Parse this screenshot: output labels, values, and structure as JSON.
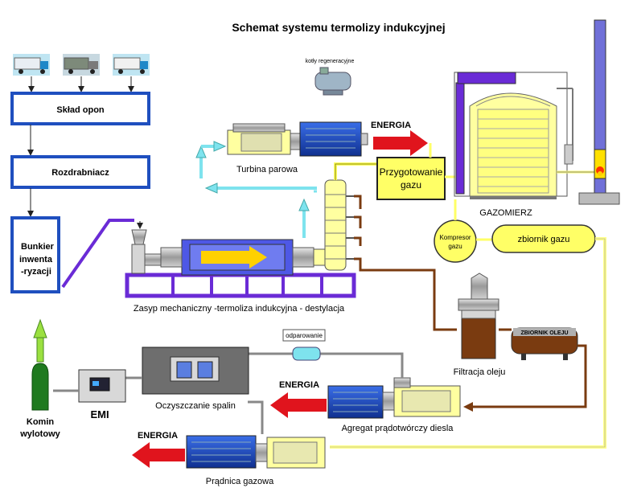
{
  "title": "Schemat systemu termolizy indukcyjnej",
  "labels": {
    "sklad_opon": "Skład opon",
    "rozdrabniacz": "Rozdrabniacz",
    "bunkier": [
      "Bunkier",
      "inwenta",
      "-ryzacji"
    ],
    "kotly": "kotły regeneracyjne",
    "turbina": "Turbina parowa",
    "energia": "ENERGIA",
    "przygotowanie": [
      "Przygotowanie",
      "gazu"
    ],
    "gazomierz": "GAZOMIERZ",
    "kompresor": [
      "Kompresor",
      "gazu"
    ],
    "zbiornik_gazu": "zbiornik gazu",
    "zasyp": "Zasyp mechaniczny -termoliza indukcyjna  - destylacja",
    "odparowanie": "odparowanie",
    "zbiornik_oleju": "ZBIORNIK OLEJU",
    "filtracja": "Filtracja oleju",
    "oczyszczanie": "Oczyszczanie spalin",
    "emi": "EMI",
    "komin": [
      "Komin",
      "wylotowy"
    ],
    "agregat": "Agregat prądotwórczy diesla",
    "pradnica": "Prądnica gazowa"
  },
  "colors": {
    "box_border": "#1f4fbf",
    "stage_purple": "#6a2bd6",
    "energy_red": "#e0141d",
    "pipe_cyan": "#7ee3ee",
    "pipe_brown": "#7a3b10",
    "gas_yellow": "#ffff66",
    "motor_blue": "#1f4fcf",
    "chimney_green": "#1f7a1f"
  },
  "icons": [
    "truck-icon",
    "truck-icon",
    "truck-icon"
  ]
}
